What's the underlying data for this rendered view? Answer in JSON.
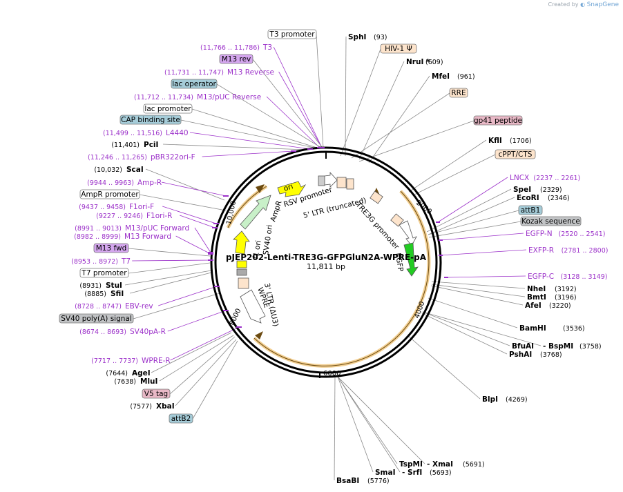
{
  "watermark": {
    "prefix": "Created by",
    "brand": "SnapGene"
  },
  "plasmid": {
    "name": "pJEP202-Lenti-TRE3G-GFPGluN2A-WPRE-pA",
    "length": "11,811 bp"
  },
  "ticks": [
    "2000",
    "4000",
    "6000",
    "8000",
    "10,000"
  ],
  "colors": {
    "enzyme": "#000000",
    "primer": "#9b30c9",
    "feature_orange": "#fde4cc",
    "feature_blue": "#a5ccd8",
    "feature_pink": "#e8b8c6",
    "feature_purple": "#d4a6ee",
    "feature_grey": "#c2c4c6",
    "gene_green": "#22cc22",
    "ori_yellow": "#ffff00",
    "ampr_green": "#c8f0c8",
    "track_orange": "#e8a838"
  },
  "enzymes": [
    {
      "name": "SphI",
      "pos": "(93)"
    },
    {
      "name": "NruI *",
      "pos": "(609)"
    },
    {
      "name": "MfeI",
      "pos": "(961)"
    },
    {
      "name": "KflI",
      "pos": "(1706)"
    },
    {
      "name": "SpeI",
      "pos": "(2329)"
    },
    {
      "name": "EcoRI",
      "pos": "(2346)"
    },
    {
      "name": "NheI",
      "pos": "(3192)"
    },
    {
      "name": "BmtI",
      "pos": "(3196)"
    },
    {
      "name": "AfeI",
      "pos": "(3220)"
    },
    {
      "name": "BamHI",
      "pos": "(3536)"
    },
    {
      "name": "BfuAI",
      "pos": ""
    },
    {
      "name": "- BspMI",
      "pos": "(3758)"
    },
    {
      "name": "PshAI",
      "pos": "(3768)"
    },
    {
      "name": "BlpI",
      "pos": "(4269)"
    },
    {
      "name": "TspMI",
      "pos": ""
    },
    {
      "name": "- XmaI",
      "pos": "(5691)"
    },
    {
      "name": "SmaI",
      "pos": ""
    },
    {
      "name": "- SrfI",
      "pos": "(5693)"
    },
    {
      "name": "BsaBI",
      "pos": "(5776)"
    },
    {
      "name": "PciI",
      "pos": "(11,401)"
    },
    {
      "name": "ScaI",
      "pos": "(10,032)"
    },
    {
      "name": "StuI",
      "pos": "(8931)"
    },
    {
      "name": "SfiI",
      "pos": "(8885)"
    },
    {
      "name": "AgeI",
      "pos": "(7644)"
    },
    {
      "name": "MluI",
      "pos": "(7638)"
    },
    {
      "name": "XbaI",
      "pos": "(7577)"
    }
  ],
  "primers": [
    {
      "name": "T3",
      "pos": "(11,766 .. 11,786)"
    },
    {
      "name": "M13 Reverse",
      "pos": "(11,731 .. 11,747)"
    },
    {
      "name": "M13/pUC Reverse",
      "pos": "(11,712 .. 11,734)"
    },
    {
      "name": "L4440",
      "pos": "(11,499 .. 11,516)"
    },
    {
      "name": "pBR322ori-F",
      "pos": "(11,246 .. 11,265)"
    },
    {
      "name": "Amp-R",
      "pos": "(9944 .. 9963)"
    },
    {
      "name": "F1ori-F",
      "pos": "(9437 .. 9458)"
    },
    {
      "name": "F1ori-R",
      "pos": "(9227 .. 9246)"
    },
    {
      "name": "M13/pUC Forward",
      "pos": "(8991 .. 9013)"
    },
    {
      "name": "M13 Forward",
      "pos": "(8982 .. 8999)"
    },
    {
      "name": "T7",
      "pos": "(8953 .. 8972)"
    },
    {
      "name": "EBV-rev",
      "pos": "(8728 .. 8747)"
    },
    {
      "name": "SV40pA-R",
      "pos": "(8674 .. 8693)"
    },
    {
      "name": "WPRE-R",
      "pos": "(7717 .. 7737)"
    },
    {
      "name": "LNCX",
      "pos": "(2237 .. 2261)"
    },
    {
      "name": "EGFP-N",
      "pos": "(2520 .. 2541)"
    },
    {
      "name": "EXFP-R",
      "pos": "(2781 .. 2800)"
    },
    {
      "name": "EGFP-C",
      "pos": "(3128 .. 3149)"
    }
  ],
  "boxes": [
    {
      "label": "T3 promoter"
    },
    {
      "label": "M13 rev"
    },
    {
      "label": "lac operator"
    },
    {
      "label": "lac promoter"
    },
    {
      "label": "CAP binding site"
    },
    {
      "label": "AmpR promoter"
    },
    {
      "label": "M13 fwd"
    },
    {
      "label": "T7 promoter"
    },
    {
      "label": "SV40 poly(A) signal"
    },
    {
      "label": "V5 tag"
    },
    {
      "label": "attB2"
    },
    {
      "label": "HIV-1 Ψ"
    },
    {
      "label": "RRE"
    },
    {
      "label": "gp41 peptide"
    },
    {
      "label": "cPPT/CTS"
    },
    {
      "label": "attB1"
    },
    {
      "label": "Kozak sequence"
    }
  ],
  "map_features": [
    {
      "label": "ori"
    },
    {
      "label": "AmpR"
    },
    {
      "label": "f1 ori"
    },
    {
      "label": "SV40 ori"
    },
    {
      "label": "RSV promoter"
    },
    {
      "label": "5' LTR (truncated)"
    },
    {
      "label": "TRE3G promoter"
    },
    {
      "label": "EGFP"
    },
    {
      "label": "3' LTR (ΔU3)"
    },
    {
      "label": "WPRE"
    }
  ]
}
